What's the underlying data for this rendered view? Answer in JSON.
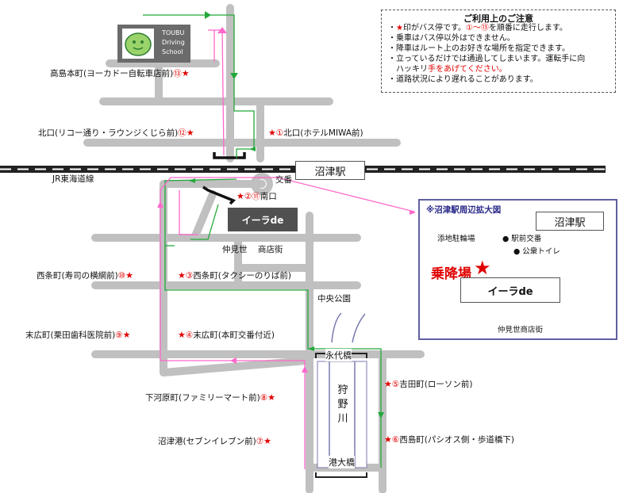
{
  "school": {
    "line1": "TOUBU",
    "line2": "Driving",
    "line3": "School"
  },
  "station": {
    "main": "沼津駅",
    "inset": "沼津駅"
  },
  "railway": "JR東海道線",
  "exchange": "交番",
  "irade": "イーラde",
  "nakamise_main": {
    "a": "仲見世",
    "b": "商店街"
  },
  "park": "中央公園",
  "bridges": {
    "eidai": "永代橋",
    "minato": "港大橋"
  },
  "river": [
    "狩",
    "野",
    "川"
  ],
  "stops": [
    {
      "num": "⑬",
      "name": "高島本町(ヨーカドー自転車店前)"
    },
    {
      "num": "⑫",
      "name": "北口(リコー通り・ラウンジくじら前)"
    },
    {
      "num": "①",
      "name": "北口(ホテルMIWA前)"
    },
    {
      "num": "②⑪",
      "name": "南口"
    },
    {
      "num": "⑩",
      "name": "西条町(寿司の横綱前)"
    },
    {
      "num": "③",
      "name": "西条町(タクシーのりば前)"
    },
    {
      "num": "⑨",
      "name": "末広町(栗田歯科医院前)"
    },
    {
      "num": "④",
      "name": "末広町(本町交番付近)"
    },
    {
      "num": "⑧",
      "name": "下河原町(ファミリーマート前)"
    },
    {
      "num": "⑤",
      "name": "吉田町(ローソン前)"
    },
    {
      "num": "⑦",
      "name": "沼津港(セブンイレブン前)"
    },
    {
      "num": "⑥",
      "name": "西島町(パシオス側・歩道橋下)"
    }
  ],
  "notice": {
    "title": "ご利用上のご注意",
    "l1a": "・",
    "l1star": "★",
    "l1b": "印がバス停です。",
    "l1c": "①～⑬",
    "l1d": "を順番に走行します。",
    "l2": "・乗車はバス停以外はできません。",
    "l3": "・降車はルート上のお好きな場所を指定できます。",
    "l4": "・立っているだけでは通過してしまいます。運転手に向",
    "l5a": "　ハッキリ",
    "l5b": "手をあげてください。",
    "l6": "・道路状況により遅れることがあります。"
  },
  "inset": {
    "title": "※沼津駅周辺拡大図",
    "parking": "添地駐輪場",
    "koban": "● 駅前交番",
    "toilet": "● 公衆トイレ",
    "board": "乗降場",
    "irade": "イーラde",
    "nakamise": "仲見世商店街"
  },
  "colors": {
    "road": "#c0c0c0",
    "route_out": "#22a83a",
    "route_back": "#ff66cc",
    "stop": "#e00000",
    "rail": "#222222"
  }
}
